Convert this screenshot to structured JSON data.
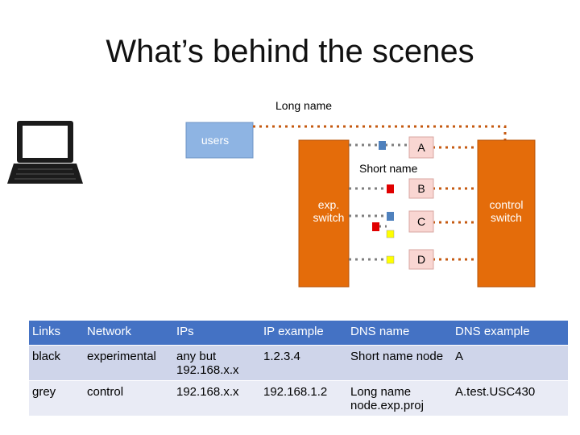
{
  "title": "What’s behind the scenes",
  "diagram": {
    "long_name_label": "Long name",
    "users_label": "users",
    "short_name_label": "Short name",
    "exp_switch_label": [
      "exp.",
      "switch"
    ],
    "control_switch_label": [
      "control",
      "switch"
    ],
    "nodes": [
      "A",
      "B",
      "C",
      "D"
    ],
    "colors": {
      "switch_orange": "#e46c0a",
      "node_pink": "#f9d6d2",
      "users_blue": "#8eb4e3",
      "dot_orange": "#c55a11",
      "dot_grey": "#7f7f7f",
      "port_blue": "#4f81bd",
      "port_red": "#e00000",
      "port_yellow": "#ffff00"
    },
    "icons": [
      "laptop-icon"
    ]
  },
  "table": {
    "headers": [
      "Links",
      "Network",
      "IPs",
      "IP example",
      "DNS name",
      "DNS example"
    ],
    "rows": [
      [
        "black",
        "experimental",
        "any but 192.168.x.x",
        "1.2.3.4",
        "Short name node",
        "A"
      ],
      [
        "grey",
        "control",
        "192.168.x.x",
        "192.168.1.2",
        "Long name node.exp.proj",
        "A.test.USC430"
      ]
    ],
    "colors": {
      "header_bg": "#4472c4",
      "row_odd": "#cfd5ea",
      "row_even": "#e9ebf5"
    }
  }
}
